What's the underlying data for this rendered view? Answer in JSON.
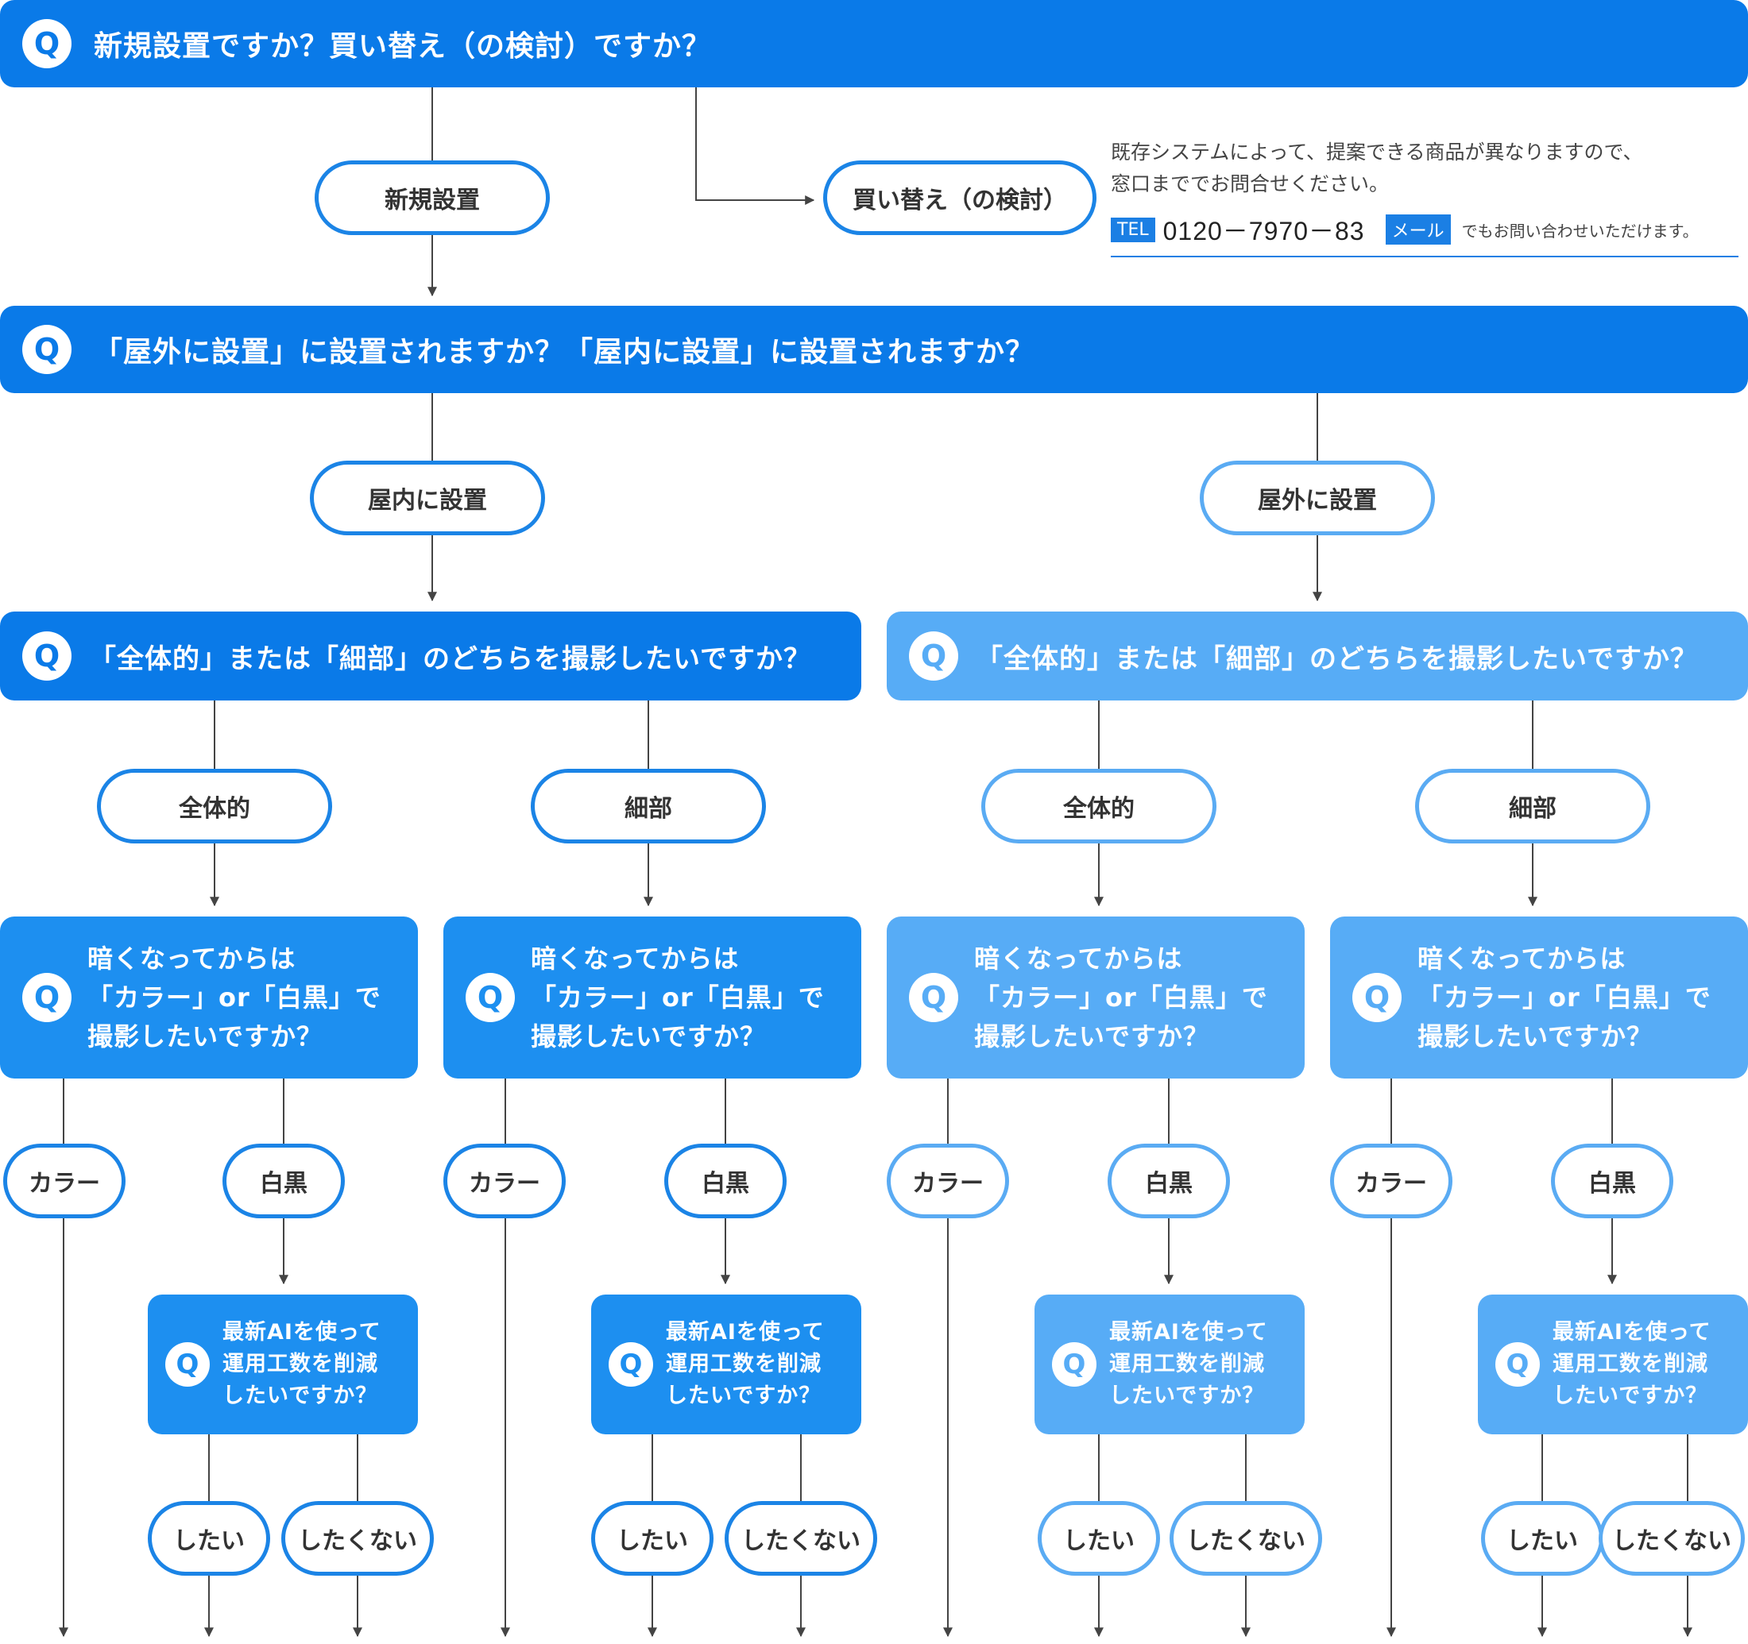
{
  "q_icon": "Q",
  "q1": {
    "text": "新規設置ですか？買い替え（の検討）ですか？"
  },
  "a_new": "新規設置",
  "a_replace": "買い替え（の検討）",
  "contact": {
    "note": "既存システムによって、提案できる商品が異なりますので、\n窓口まででお問合せください。",
    "tel_badge": "TEL",
    "tel": "0120－7970－83",
    "mail_badge": "メール",
    "mail_note": "でもお問い合わせいただけます。"
  },
  "q2": {
    "text": "「屋外に設置」に設置されますか？「屋内に設置」に設置されますか？"
  },
  "a_indoor": "屋内に設置",
  "a_outdoor": "屋外に設置",
  "q3": "「全体的」または「細部」のどちらを撮影したいですか？",
  "a_whole": "全体的",
  "a_detail": "細部",
  "q4": "暗くなってからは\n「カラー」or「白黒」で\n撮影したいですか？",
  "a_color": "カラー",
  "a_mono": "白黒",
  "q5": "最新AIを使って\n運用工数を削減\nしたいですか？",
  "a_want": "したい",
  "a_not_want": "したくない",
  "colors": {
    "dark_blue": "#0a7ae8",
    "mid_blue": "#1d8ff0",
    "light_blue": "#57acf6",
    "line": "#444444"
  }
}
